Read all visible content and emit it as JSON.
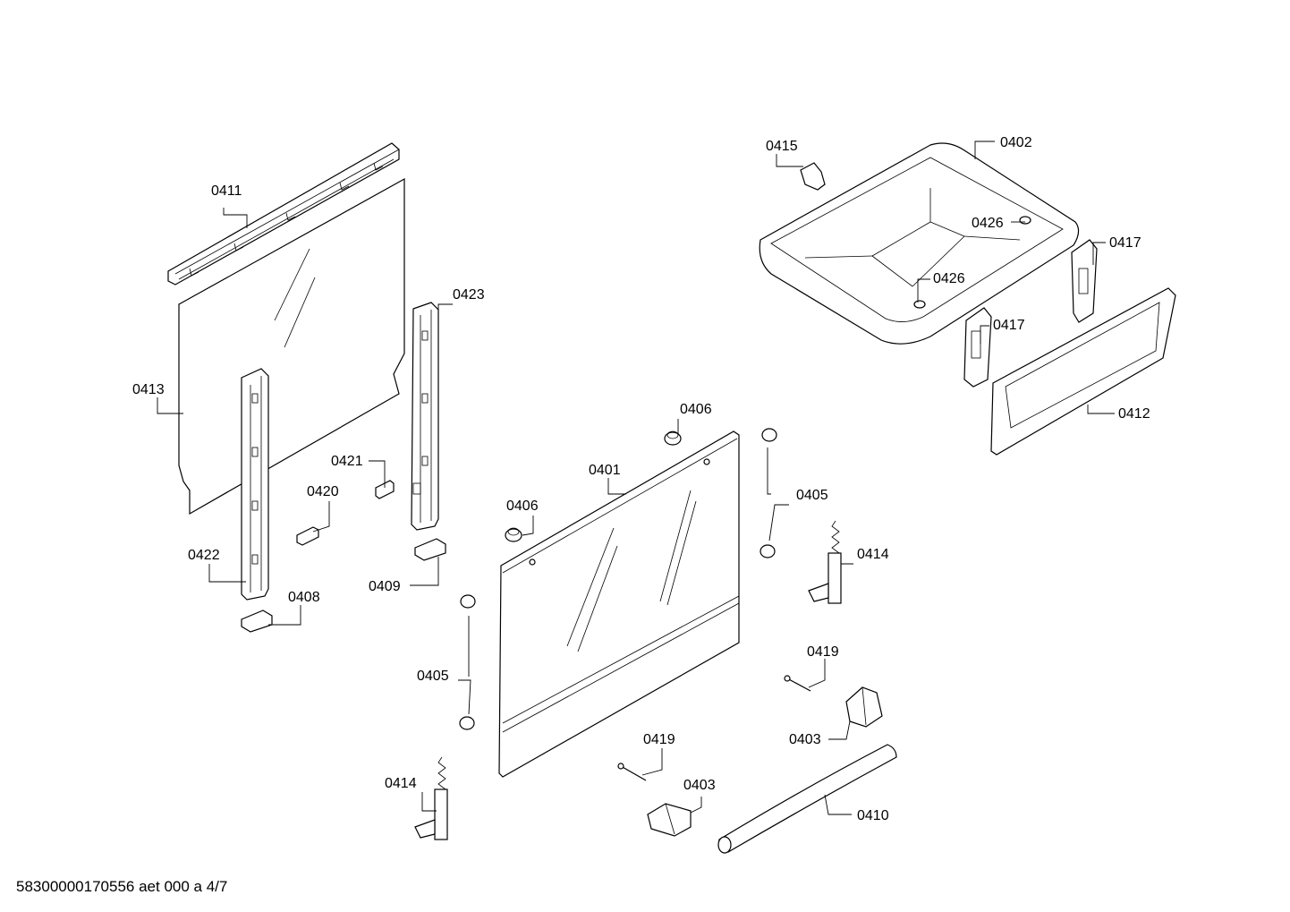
{
  "labels": {
    "p0411": "0411",
    "p0413": "0413",
    "p0423": "0423",
    "p0421": "0421",
    "p0420": "0420",
    "p0422": "0422",
    "p0408": "0408",
    "p0409": "0409",
    "p0415": "0415",
    "p0402": "0402",
    "p0426a": "0426",
    "p0426b": "0426",
    "p0417a": "0417",
    "p0417b": "0417",
    "p0412": "0412",
    "p0406a": "0406",
    "p0406b": "0406",
    "p0401": "0401",
    "p0405a": "0405",
    "p0405b": "0405",
    "p0414a": "0414",
    "p0414b": "0414",
    "p0419a": "0419",
    "p0419b": "0419",
    "p0403a": "0403",
    "p0403b": "0403",
    "p0410": "0410"
  },
  "footer": {
    "code": "58300000170556 aet 000 a 4/7"
  }
}
